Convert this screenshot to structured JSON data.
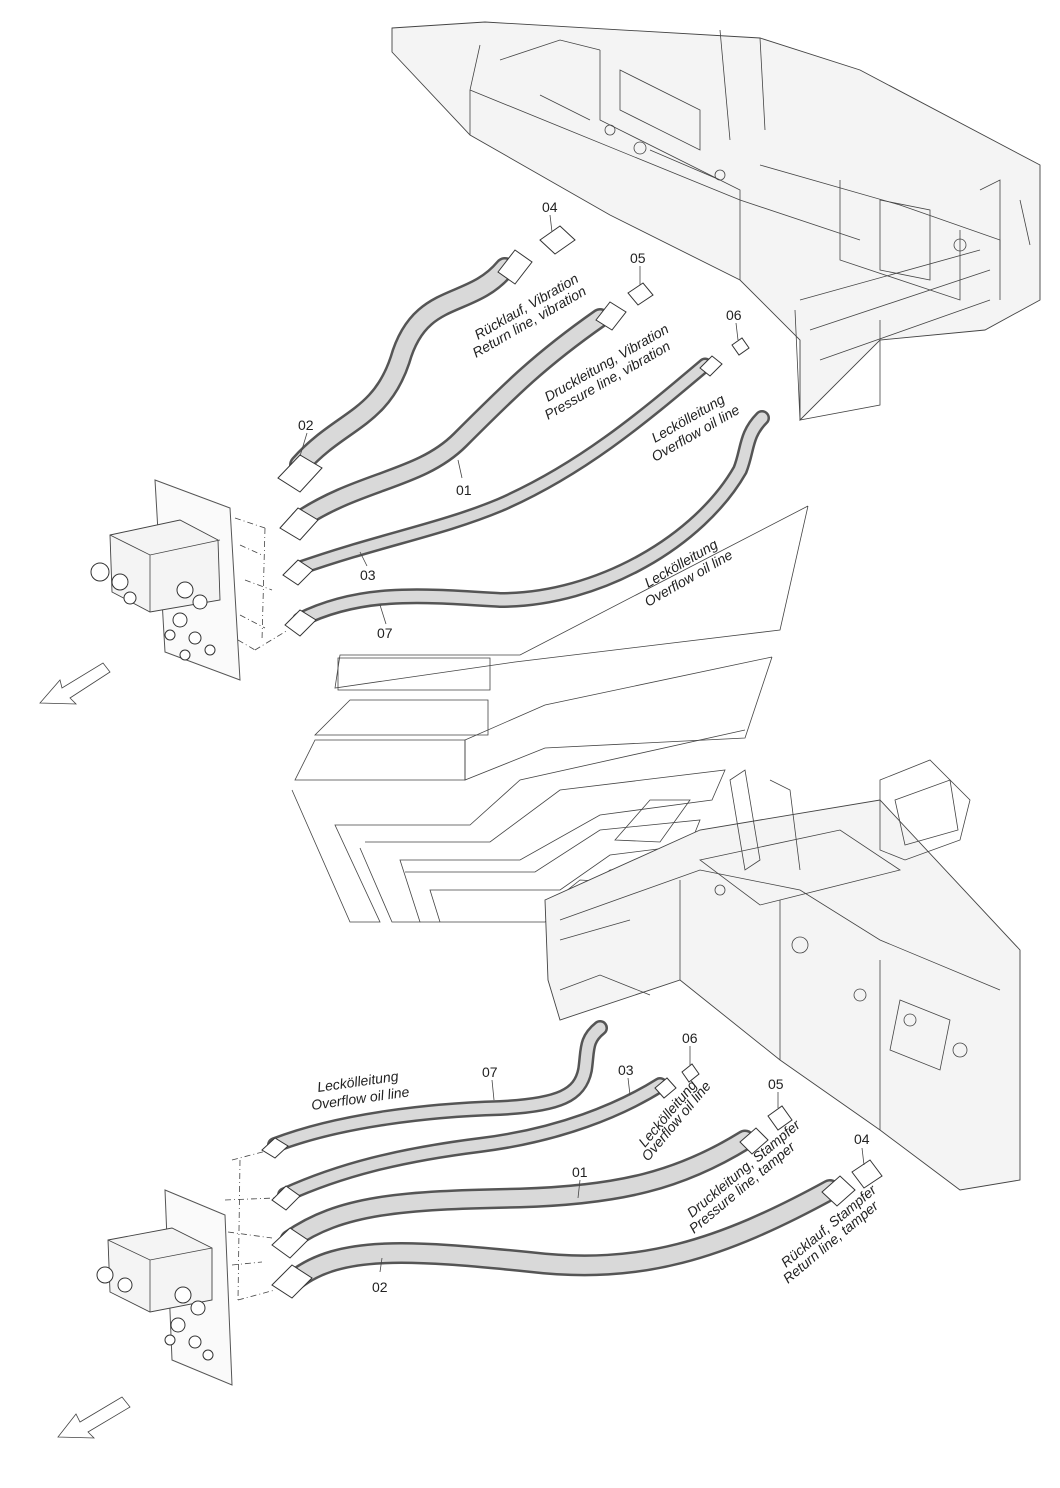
{
  "top_view": {
    "labels": {
      "return_line": {
        "de": "Rücklauf, Vibration",
        "en": "Return line, vibration"
      },
      "pressure_line": {
        "de": "Druckleitung, Vibration",
        "en": "Pressure line, vibration"
      },
      "overflow_upper": {
        "de": "Leckölleitung",
        "en": "Overflow oil line"
      },
      "overflow_lower": {
        "de": "Leckölleitung",
        "en": "Overflow oil line"
      }
    },
    "callouts": {
      "c04": "04",
      "c05": "05",
      "c06": "06",
      "c02": "02",
      "c01": "01",
      "c03": "03",
      "c07": "07"
    }
  },
  "bottom_view": {
    "labels": {
      "overflow_left": {
        "de": "Leckölleitung",
        "en": "Overflow oil line"
      },
      "overflow_mid": {
        "de": "Leckölleitung",
        "en": "Overflow oil line"
      },
      "pressure_line": {
        "de": "Druckleitung, Stampfer",
        "en": "Pressure line, tamper"
      },
      "return_line": {
        "de": "Rücklauf, Stampfer",
        "en": "Return line, tamper"
      }
    },
    "callouts": {
      "c07": "07",
      "c03": "03",
      "c06": "06",
      "c05": "05",
      "c01": "01",
      "c04": "04",
      "c02": "02"
    }
  },
  "icons": {
    "direction_arrow": "direction-arrow-icon"
  }
}
